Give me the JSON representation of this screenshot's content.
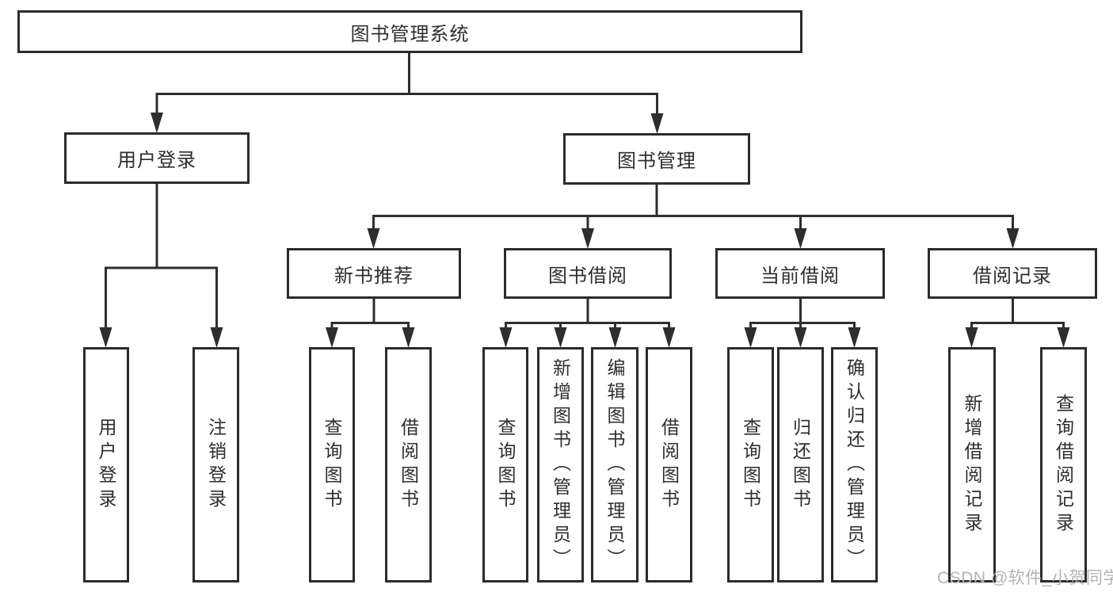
{
  "diagram": {
    "type": "hierarchy-tree",
    "root": {
      "label": "图书管理系统",
      "children": [
        {
          "label": "用户登录",
          "children": [
            {
              "label": "用户登录"
            },
            {
              "label": "注销登录"
            }
          ]
        },
        {
          "label": "图书管理",
          "children": [
            {
              "label": "新书推荐",
              "children": [
                {
                  "label": "查询图书"
                },
                {
                  "label": "借阅图书"
                }
              ]
            },
            {
              "label": "图书借阅",
              "children": [
                {
                  "label": "查询图书"
                },
                {
                  "label": "新增图书（管理员）"
                },
                {
                  "label": "编辑图书（管理员）"
                },
                {
                  "label": "借阅图书"
                }
              ]
            },
            {
              "label": "当前借阅",
              "children": [
                {
                  "label": "查询图书"
                },
                {
                  "label": "归还图书"
                },
                {
                  "label": "确认归还（管理员）"
                }
              ]
            },
            {
              "label": "借阅记录",
              "children": [
                {
                  "label": "新增借阅记录"
                },
                {
                  "label": "查询借阅记录"
                }
              ]
            }
          ]
        }
      ]
    }
  },
  "watermark": {
    "text": "CSDN @软件_小贺同学"
  },
  "colors": {
    "line": "#2e2e2e",
    "border": "#2b2b2b",
    "text": "#2e2e2e",
    "background": "#ffffff",
    "watermark": "#b4b4b4"
  }
}
